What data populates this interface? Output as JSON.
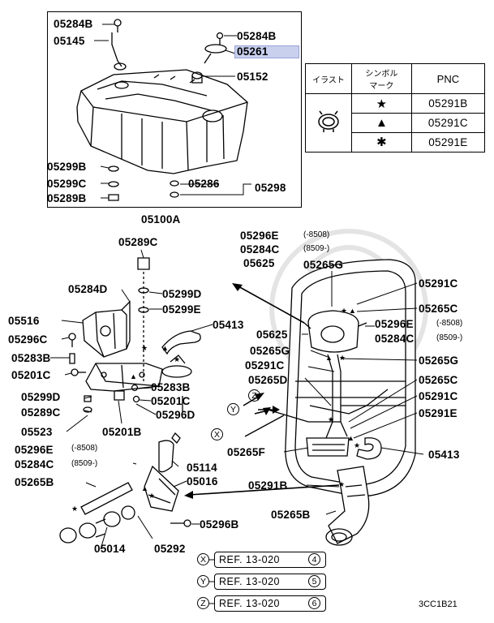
{
  "diagram": {
    "highlight_color": "#c9d0ee",
    "labels": {
      "p05284B_top": "05284B",
      "p05145": "05145",
      "p05284B_right": "05284B",
      "p05261": "05261",
      "p05152": "05152",
      "p05299B": "05299B",
      "p05299C": "05299C",
      "p05289B": "05289B",
      "p05286": "05286",
      "p05298": "05298",
      "p05100A": "05100A",
      "p05289C": "05289C",
      "p05296E_a": "05296E",
      "p05296E_a_range": "(-8508)",
      "p05284C_a": "05284C",
      "p05284C_a_range": "(8509-)",
      "p05625_a": "05625",
      "p05265G_a": "05265G",
      "p05291C_a": "05291C",
      "p05284D": "05284D",
      "p05299D": "05299D",
      "p05299E": "05299E",
      "p05265C_a": "05265C",
      "p05516": "05516",
      "p05413_a": "05413",
      "p05296E_b": "05296E",
      "p05296E_b_range": "(-8508)",
      "p05296C": "05296C",
      "p05625_b": "05625",
      "p05284C_b": "05284C",
      "p05284C_b_range": "(8509-)",
      "p05283B_a": "05283B",
      "p05265G_b": "05265G",
      "p05265G_c": "05265G",
      "p05201C_a": "05201C",
      "p05291C_b": "05291C",
      "p05265D": "05265D",
      "p05265C_b": "05265C",
      "p05283B_b": "05283B",
      "p05299D_b": "05299D",
      "p05201C_b": "05201C",
      "p05291C_c": "05291C",
      "p05289C_b": "05289C",
      "p05296D": "05296D",
      "p05291E": "05291E",
      "p05523": "05523",
      "p05201B": "05201B",
      "p05296E_c": "05296E",
      "p05296E_c_range": "(-8508)",
      "p05265F": "05265F",
      "p05413_b": "05413",
      "p05284C_c": "05284C",
      "p05284C_c_range": "(8509-)",
      "p05114": "05114",
      "p05265B_a": "05265B",
      "p05016": "05016",
      "p05291B": "05291B",
      "p05265B_b": "05265B",
      "p05296B": "05296B",
      "p05014": "05014",
      "p05292": "05292"
    },
    "callouts": {
      "x": "X",
      "y": "Y",
      "z": "Z"
    },
    "references": [
      {
        "letter": "X",
        "text": "REF. 13-020",
        "num": "4"
      },
      {
        "letter": "Y",
        "text": "REF. 13-020",
        "num": "5"
      },
      {
        "letter": "Z",
        "text": "REF. 13-020",
        "num": "6"
      }
    ],
    "figure_code": "3CC1B21"
  },
  "legend": {
    "col_illust": "イラスト",
    "col_symbol": "シンボル\nマーク",
    "col_pnc": "PNC",
    "rows": [
      {
        "symbol": "★",
        "pnc": "05291B"
      },
      {
        "symbol": "▲",
        "pnc": "05291C"
      },
      {
        "symbol": "✱",
        "pnc": "05291E"
      }
    ],
    "illustration_icon": "hose-clamp-icon"
  }
}
